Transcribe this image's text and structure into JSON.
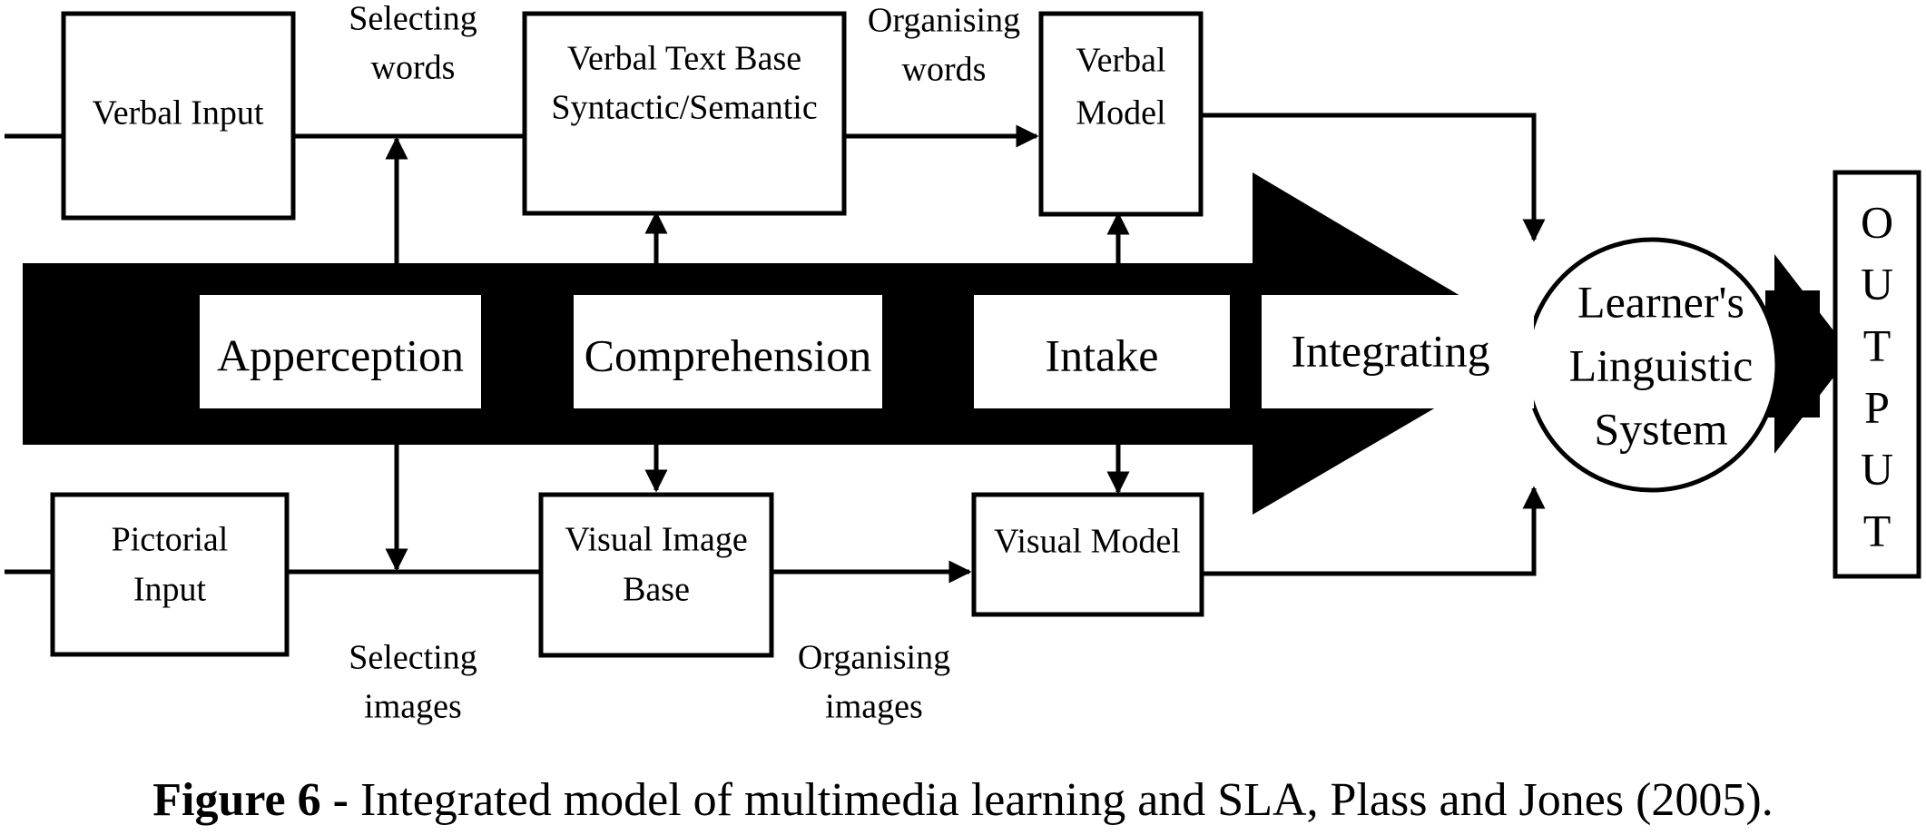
{
  "diagram": {
    "nodes": {
      "verbal_input": [
        "Verbal Input"
      ],
      "verbal_text_base": [
        "Verbal Text Base",
        "Syntactic/Semantic"
      ],
      "verbal_model": [
        "Verbal",
        "Model"
      ],
      "pictorial_input": [
        "Pictorial",
        "Input"
      ],
      "visual_image_base": [
        "Visual Image",
        "Base"
      ],
      "visual_model": [
        "Visual Model"
      ],
      "learners_system": [
        "Learner's",
        "Linguistic",
        "System"
      ],
      "output": [
        "O",
        "U",
        "T",
        "P",
        "U",
        "T"
      ]
    },
    "stages": {
      "apperception": "Apperception",
      "comprehension": "Comprehension",
      "intake": "Intake",
      "integrating": "Integrating"
    },
    "edge_labels": {
      "selecting_words": [
        "Selecting",
        "words"
      ],
      "organising_words": [
        "Organising",
        "words"
      ],
      "selecting_images": [
        "Selecting",
        "images"
      ],
      "organising_images": [
        "Organising",
        "images"
      ]
    },
    "colors": {
      "stroke": "#000000",
      "background": "#ffffff"
    }
  },
  "caption": {
    "figure_label": "Figure 6 -",
    "text": " Integrated model of multimedia learning and SLA, Plass and Jones (2005)."
  }
}
